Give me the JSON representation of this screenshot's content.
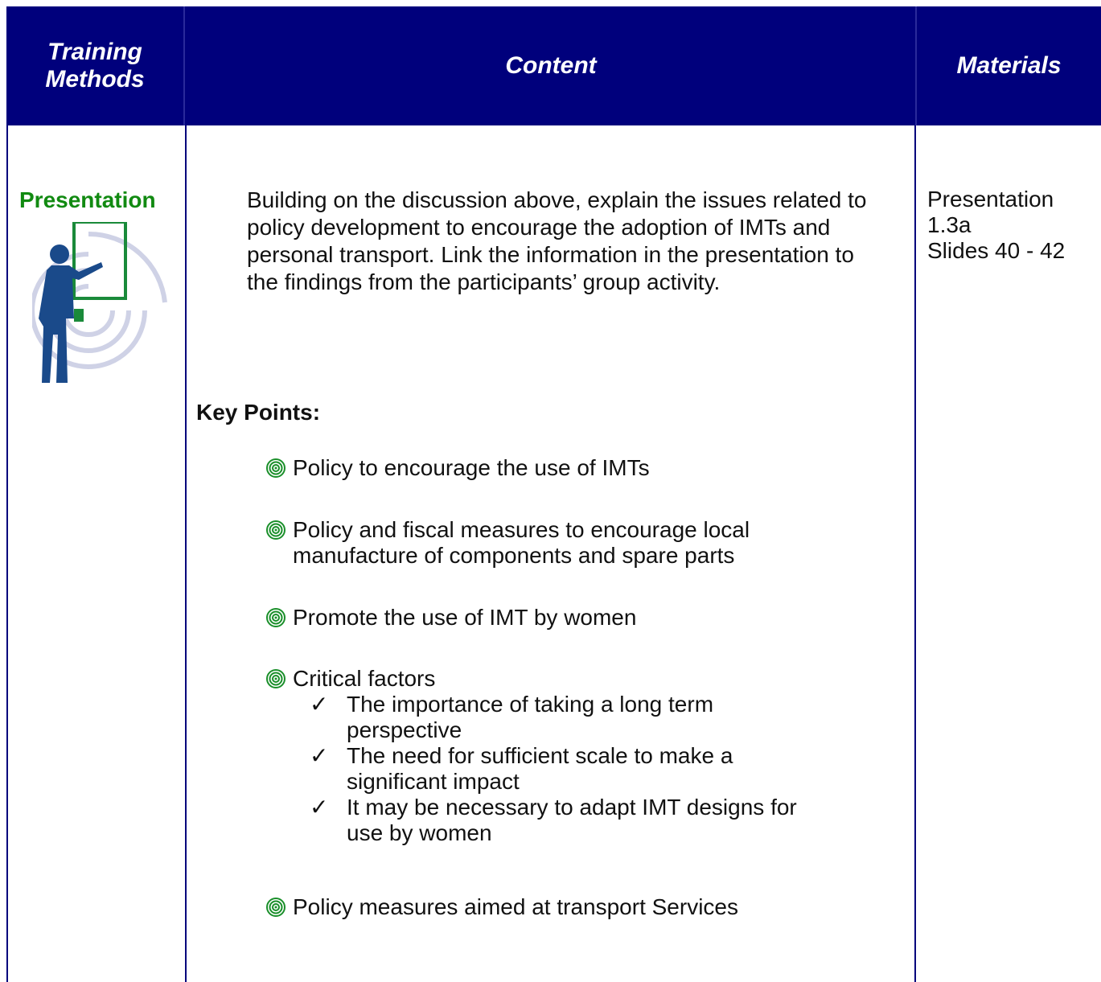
{
  "header": {
    "col_methods": "Training\nMethods",
    "col_content": "Content",
    "col_materials": "Materials"
  },
  "method": {
    "label": "Presentation",
    "illustration_icon": "presenter-at-board-icon"
  },
  "content": {
    "intro": "Building on the discussion above, explain the issues related to policy development to encourage the adoption of IMTs and personal transport. Link the information in the presentation to the findings from the participants’ group activity.",
    "key_points_heading": "Key Points:",
    "bullets": [
      {
        "text": "Policy to encourage the use of IMTs"
      },
      {
        "text": "Policy and fiscal measures to encourage local manufacture of components and spare parts"
      },
      {
        "text": "Promote the use of IMT by women"
      },
      {
        "text": "Critical factors"
      },
      {
        "text": "Policy measures aimed at transport Services"
      }
    ],
    "sub_bullets": [
      {
        "text": "The importance of taking a long term perspective"
      },
      {
        "text": "The need for sufficient scale to make a significant impact"
      },
      {
        "text": "It may be necessary to adapt IMT designs for use by women"
      }
    ],
    "bullet_icon": "spiral-bullet-icon",
    "check_mark": "✓"
  },
  "materials": {
    "line1": "Presentation",
    "line2": "1.3a",
    "line3": "Slides 40 - 42"
  },
  "colors": {
    "header_bg": "#00007c",
    "header_text": "#ffffff",
    "method_label": "#118a11",
    "rule": "#00007c",
    "bullet_icon": "#1a8f2a"
  }
}
